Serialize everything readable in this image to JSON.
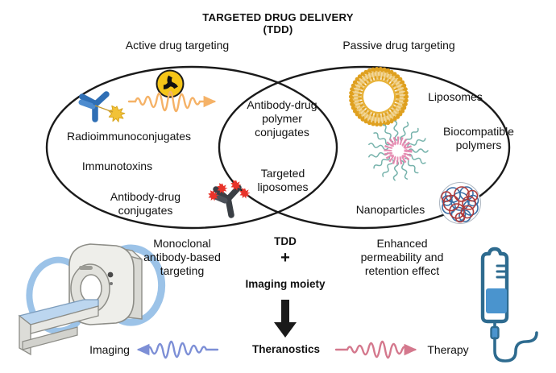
{
  "figure": {
    "title_line1": "TARGETED DRUG DELIVERY",
    "title_line2": "(TDD)",
    "type": "venn-diagram-two-set"
  },
  "venn": {
    "left_header": "Active drug targeting",
    "right_header": "Passive drug targeting",
    "left_only_items": [
      "Radioimmunoconjugates",
      "Immunotoxins",
      "Antibody-drug conjugates"
    ],
    "left_items_display": {
      "radioimmunoconjugates": "Radioimmunoconjugates",
      "immunotoxins": "Immunotoxins",
      "antibody_drug_line1": "Antibody-drug",
      "antibody_drug_line2": "conjugates"
    },
    "intersection_items": [
      "Antibody-drug polymer conjugates",
      "Targeted liposomes"
    ],
    "intersection_display": {
      "adpc_line1": "Antibody-drug",
      "adpc_line2": "polymer",
      "adpc_line3": "conjugates",
      "tl_line1": "Targeted",
      "tl_line2": "liposomes"
    },
    "right_only_items": [
      "Liposomes",
      "Biocompatible polymers",
      "Nanoparticles"
    ],
    "right_items_display": {
      "liposomes": "Liposomes",
      "biocompatible_line1": "Biocompatible",
      "biocompatible_line2": "polymers",
      "nanoparticles": "Nanoparticles"
    }
  },
  "captions": {
    "left_line1": "Monoclonal",
    "left_line2": "antibody-based",
    "left_line3": "targeting",
    "right_line1": "Enhanced",
    "right_line2": "permeability and",
    "right_line3": "retention effect"
  },
  "center_formula": {
    "term1": "TDD",
    "operator": "+",
    "term2": "Imaging moiety",
    "result": "Theranostics"
  },
  "outcomes": {
    "left_label": "Imaging",
    "right_label": "Therapy"
  },
  "icons": {
    "radiation": "radiation-hazard-icon",
    "antibody_blue": "antibody-blue-icon",
    "antibody_dark": "antibody-dark-icon",
    "liposome": "liposome-icon",
    "polymer_micelle": "biocompatible-polymer-icon",
    "nanoparticle": "nanoparticle-icon",
    "mri_scanner": "mri-scanner-icon",
    "iv-bag": "iv-drip-bag-icon",
    "down_arrow": "down-arrow-icon",
    "wave_left": "imaging-wave-icon",
    "wave_right": "therapy-wave-icon",
    "orange_wave": "radiation-emission-wave-icon"
  },
  "colors": {
    "outline": "#1a1a1a",
    "radiation_yellow": "#f5c518",
    "antibody_blue": "#2f6fb5",
    "antibody_dark": "#3a3f45",
    "toxin_red": "#e8332a",
    "orange_wave": "#f5b267",
    "liposome_gold": "#e0a021",
    "polymer_teal": "#77b3ac",
    "polymer_pink": "#e07fa8",
    "nanoparticle_blue": "#3a6ea5",
    "nanoparticle_red": "#b03a3a",
    "imaging_wave": "#7d8fd6",
    "therapy_wave": "#d4788d",
    "device_blue": "#a8c8e8",
    "iv_blue": "#4a94ce",
    "iv_outline": "#2e6b8f",
    "scanner_gray": "#e3e3e0",
    "text": "#111111",
    "background": "#ffffff"
  }
}
